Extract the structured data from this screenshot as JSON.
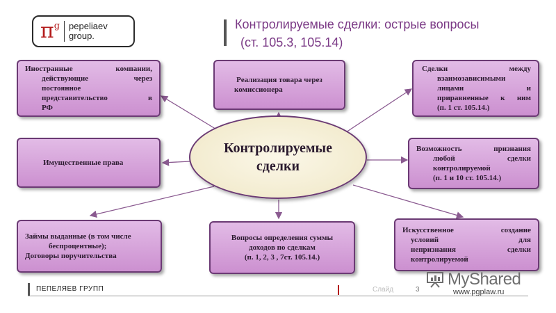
{
  "logo": {
    "symbol": "π",
    "superscript": "g",
    "line1": "pepeliaev",
    "line2": "group."
  },
  "title": {
    "line1": "Контролируемые сделки: острые вопросы",
    "line2": "(ст. 105.3, 105.14)"
  },
  "center": {
    "line1": "Контролируемые",
    "line2": "сделки"
  },
  "nodes": {
    "foreign": {
      "lines": [
        "Иностранные компании,",
        "действующие через",
        "постоянное",
        "представительство в",
        "РФ"
      ]
    },
    "sales": {
      "lines": [
        "Реализация товара через",
        "комиссионера"
      ]
    },
    "related": {
      "lines": [
        "Сделки между",
        "взаимозависимыми",
        "лицами и",
        "приравненные к ним",
        "(п. 1 ст. 105.14.)"
      ]
    },
    "property": {
      "lines": [
        "Имущественные права"
      ]
    },
    "any": {
      "lines": [
        "Возможность признания",
        "любой сделки",
        "контролируемой",
        "(п. 1 и 10 ст. 105.14.)"
      ]
    },
    "loans": {
      "lines": [
        "Займы выданные (в том числе",
        "беспроцентные);",
        "Договоры поручительства"
      ]
    },
    "income": {
      "lines": [
        "Вопросы определения суммы",
        "доходов по сделкам",
        "(п. 1, 2, 3 , 7ст. 105.14.)"
      ]
    },
    "artificial": {
      "lines": [
        "Искусственное создание",
        "условий для",
        "непризнания сделки",
        "контролируемой"
      ]
    }
  },
  "footer": {
    "company": "ПЕПЕЛЯЕВ ГРУПП",
    "slide_label": "Слайд",
    "slide_number": "3",
    "url": "www.pgplaw.ru"
  },
  "watermark": {
    "text": "MyShared"
  },
  "colors": {
    "box_fill": "#d6a4da",
    "box_border": "#6b3a74",
    "title": "#7b3a86",
    "arrow": "#8a5a90",
    "accent": "#b31b1b"
  }
}
